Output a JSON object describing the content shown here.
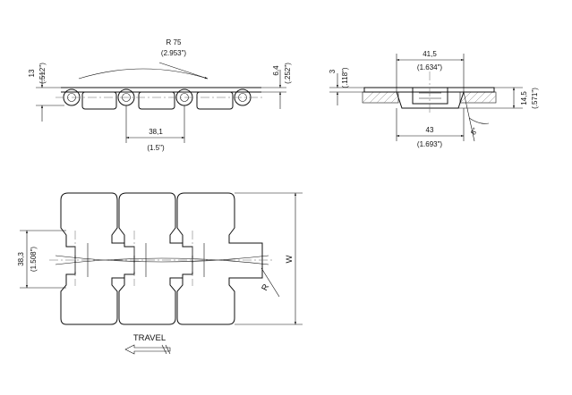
{
  "side_view": {
    "radius": "R 75",
    "radius_in": "(2.953\")",
    "height": "13",
    "height_in": "(.512\")",
    "top_thickness": "6,4",
    "top_thickness_in": "(.252\")",
    "pitch": "38,1",
    "pitch_in": "(1.5\")"
  },
  "end_view": {
    "inner_width": "41,5",
    "inner_width_in": "(1.634\")",
    "rail": "3",
    "rail_in": "(.118\")",
    "total_height": "14,5",
    "total_height_in": "(.571\")",
    "base_width": "43",
    "base_width_in": "(1.693\")",
    "angle": "8°"
  },
  "top_view": {
    "link_pitch": "38,3",
    "link_pitch_in": "(1.508\")",
    "width_label": "W",
    "radius_label": "R"
  },
  "travel": {
    "label": "TRAVEL",
    "direction": "left"
  }
}
